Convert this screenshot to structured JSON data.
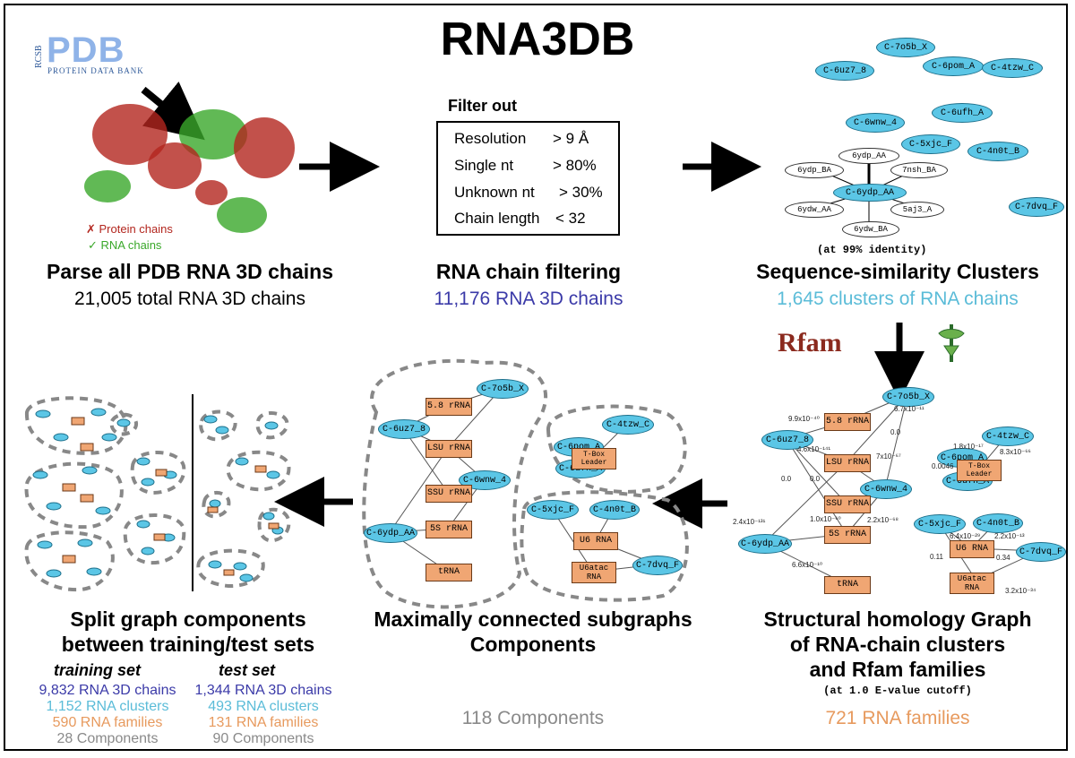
{
  "title": "RNA3DB",
  "pdb_logo": {
    "rcsb": "RCSB",
    "pdb": "PDB",
    "subtitle": "PROTEIN DATA BANK"
  },
  "legend": {
    "protein": "✗ Protein chains",
    "rna": "✓ RNA chains"
  },
  "parse": {
    "heading": "Parse all PDB RNA 3D chains",
    "count": "21,005 total RNA 3D chains"
  },
  "filter": {
    "title": "Filter out",
    "rows": [
      {
        "label": "Resolution",
        "value": "> 9 Å"
      },
      {
        "label": "Single nt",
        "value": "> 80%"
      },
      {
        "label": "Unknown nt",
        "value": "> 30%"
      },
      {
        "label": "Chain length",
        "value": "< 32"
      }
    ],
    "heading": "RNA chain filtering",
    "count": "11,176 RNA 3D chains"
  },
  "seq_clusters": {
    "nodes": [
      "C-7o5b_X",
      "C-6uz7_8",
      "C-6pom_A",
      "C-4tzw_C",
      "C-6wnw_4",
      "C-6ufh_A",
      "C-5xjc_F",
      "C-4n0t_B",
      "C-7dvq_F",
      "C-6ydp_AA"
    ],
    "members": [
      "6ydp_AA",
      "6ydp_BA",
      "7nsh_BA",
      "6ydw_AA",
      "5aj3_A",
      "6ydw_BA"
    ],
    "note": "(at 99% identity)",
    "heading": "Sequence-similarity Clusters",
    "count": "1,645 clusters of RNA chains"
  },
  "rfam": {
    "logo": "Rfam"
  },
  "homology": {
    "families": [
      "5.8 rRNA",
      "LSU rRNA",
      "SSU rRNA",
      "5S rRNA",
      "tRNA",
      "T-Box\nLeader",
      "U6 RNA",
      "U6atac\nRNA"
    ],
    "evalues": [
      "6.7x10⁻¹¹",
      "9.9x10⁻⁴⁰",
      "4.6x10⁻¹⁴¹",
      "7x10⁻⁶⁷",
      "0.0",
      "0.0",
      "0.0",
      "1.0x10⁻⁶⁰",
      "2.2x10⁻⁶⁸",
      "2.4x10⁻¹³¹",
      "6.6x10⁻¹⁰",
      "1.8x10⁻¹⁷",
      "8.3x10⁻⁶⁶",
      "0.0046",
      "6.4x10⁻²⁹",
      "2.2x10⁻¹³",
      "0.34",
      "0.11",
      "3.2x10⁻³⁴"
    ],
    "heading": [
      "Structural homology Graph",
      "of RNA-chain clusters",
      "and Rfam families"
    ],
    "note": "(at 1.0 E-value cutoff)",
    "count": "721 RNA families"
  },
  "components": {
    "heading": [
      "Maximally connected subgraphs",
      "Components"
    ],
    "count": "118 Components"
  },
  "split": {
    "heading": [
      "Split graph components",
      "between training/test sets"
    ],
    "training": {
      "label": "training set",
      "chains": "9,832 RNA 3D chains",
      "clusters": "1,152 RNA clusters",
      "families": "590 RNA families",
      "components": "28 Components"
    },
    "test": {
      "label": "test set",
      "chains": "1,344 RNA 3D chains",
      "clusters": "493 RNA clusters",
      "families": "131 RNA families",
      "components": "90 Components"
    }
  },
  "colors": {
    "cluster_node": "#5bc6e6",
    "family_node": "#f0a673",
    "chains_text": "#3b3aa8",
    "clusters_text": "#5bbcd8",
    "families_text": "#e79a5e",
    "components_text": "#8a8a8a",
    "protein": "#b3261e",
    "rna": "#3aa82a"
  }
}
